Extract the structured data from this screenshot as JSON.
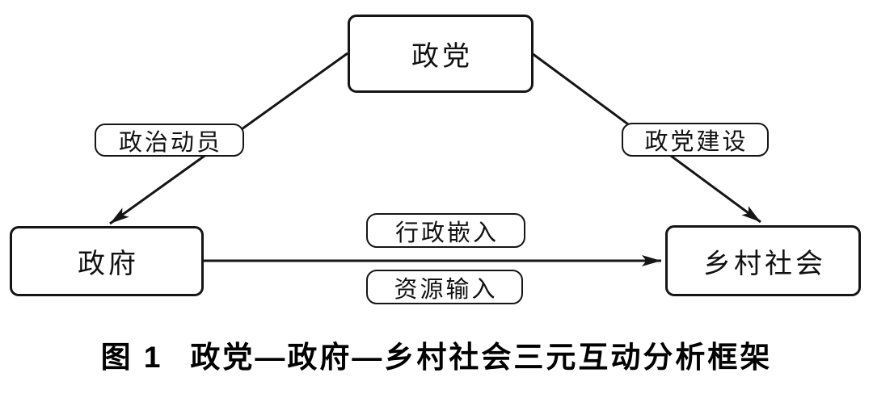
{
  "diagram": {
    "nodes": {
      "party": {
        "label": "政党"
      },
      "government": {
        "label": "政府"
      },
      "rural_society": {
        "label": "乡村社会"
      }
    },
    "edges": [
      {
        "from": "政党",
        "to": "政府",
        "label": "政治动员"
      },
      {
        "from": "政党",
        "to": "乡村社会",
        "label": "政党建设"
      },
      {
        "from": "政府",
        "to": "乡村社会",
        "labels": [
          "行政嵌入",
          "资源输入"
        ]
      }
    ],
    "edge_labels": {
      "political_mobilization": "政治动员",
      "party_building": "政党建设",
      "administrative_embedding": "行政嵌入",
      "resource_input": "资源输入"
    },
    "caption": {
      "figure_label": "图 1",
      "title": "政党—政府—乡村社会三元互动分析框架"
    },
    "colors": {
      "stroke": "#151515",
      "background": "#ffffff",
      "text": "#111111"
    }
  }
}
